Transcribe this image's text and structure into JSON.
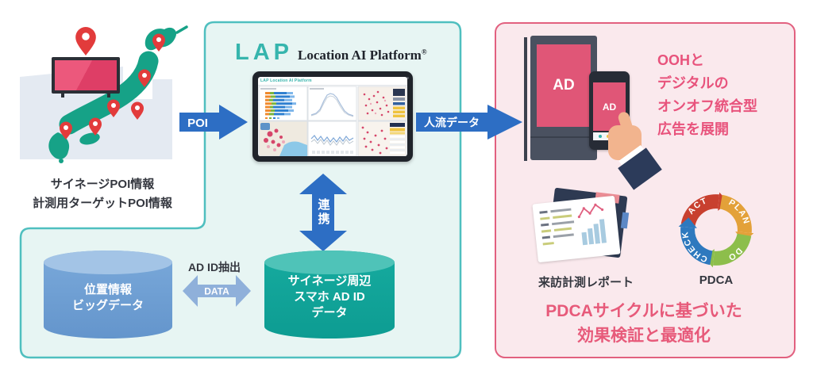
{
  "left_panel": {
    "caption_line1": "サイネージPOI情報",
    "caption_line2": "計測用ターゲットPOI情報"
  },
  "lap_box": {
    "logo": "LAP",
    "platform_name": "Location AI Platform",
    "registered_mark": "®",
    "tablet_topbar": "LAP Location AI Platform"
  },
  "arrows": {
    "poi_label": "POI",
    "people_flow_label": "人流データ",
    "link_label": "連携",
    "data_label": "DATA",
    "ad_id_label": "AD ID抽出"
  },
  "databases": {
    "location_db_line1": "位置情報",
    "location_db_line2": "ビッグデータ",
    "signage_db_line1": "サイネージ周辺",
    "signage_db_line2": "スマホ AD ID",
    "signage_db_line3": "データ"
  },
  "right_panel": {
    "ooh_ad_label": "AD",
    "phone_ad_label": "AD",
    "ooh_text_lines": [
      "OOHと",
      "デジタルの",
      "オンオフ統合型",
      "広告を展開"
    ],
    "report_label": "来訪計測レポート",
    "pdca_label": "PDCA",
    "pdca_cycle": {
      "act": "ACT",
      "plan": "PLAN",
      "do": "DO",
      "check": "CHECK"
    },
    "bottom_line1": "PDCAサイクルに基づいた",
    "bottom_line2": "効果検証と最適化"
  },
  "colors": {
    "teal_border": "#4fbfbf",
    "teal_background": "#e7f5f3",
    "pink_border": "#e2607f",
    "pink_background": "#fae9ed",
    "accent_pink_text": "#e75a7a",
    "arrow_blue": "#2d6ec4",
    "arrow_light_blue": "#8fb0da",
    "map_teal": "#16a287",
    "pin_red": "#e23b3b",
    "cylinder_blue": "#6fa0d4",
    "cylinder_teal": "#12a89d",
    "logo_teal": "#36b5ad"
  }
}
